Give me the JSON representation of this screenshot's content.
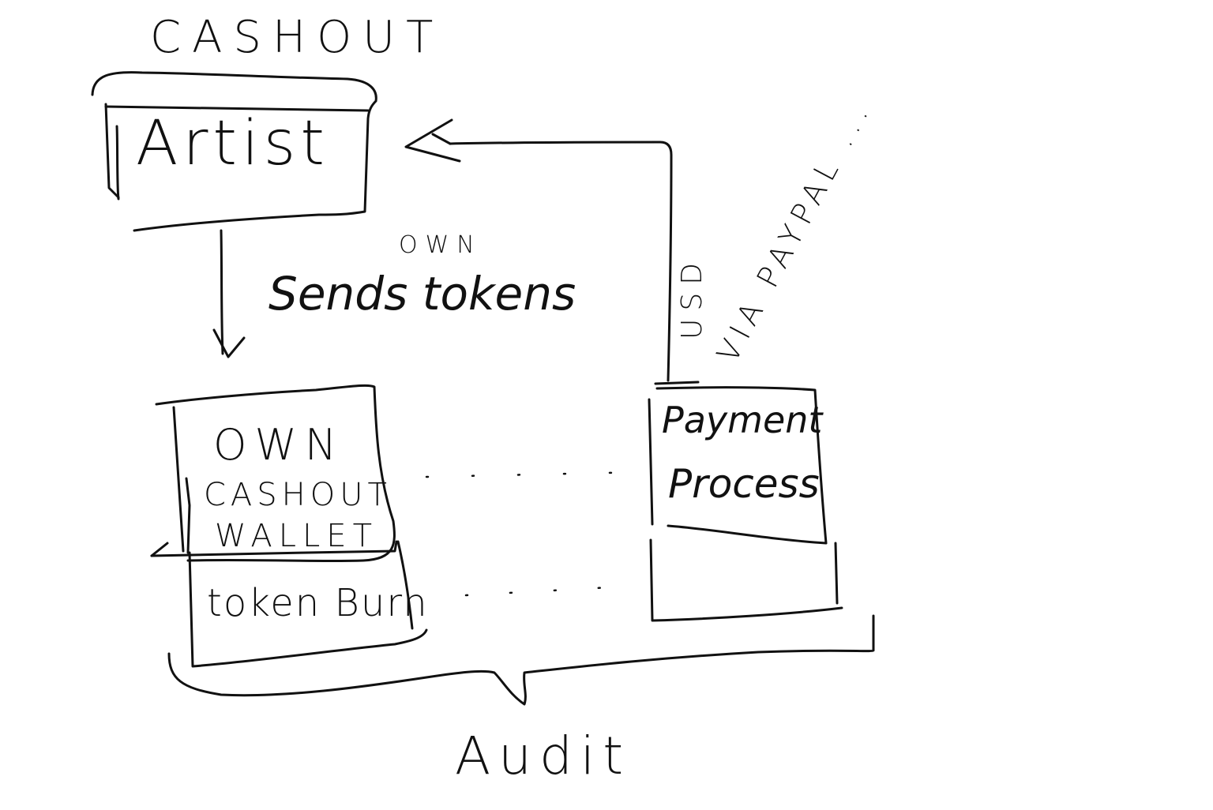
{
  "diagram": {
    "title": "CASHOUT",
    "nodes": {
      "artist": {
        "label": "Artist"
      },
      "wallet": {
        "lines": [
          "OWN",
          "CASHOUT",
          "WALLET"
        ]
      },
      "token_burn": {
        "label": "token Burn"
      },
      "payment_processor": {
        "lines": [
          "Payment",
          "Process"
        ]
      }
    },
    "edges": {
      "send_tokens": {
        "label_top": "OWN",
        "label": "Sends tokens"
      },
      "usd_payout": {
        "lines": [
          "USD",
          "VIA PAYPAL ..."
        ]
      }
    },
    "group": {
      "label": "Audit"
    }
  }
}
